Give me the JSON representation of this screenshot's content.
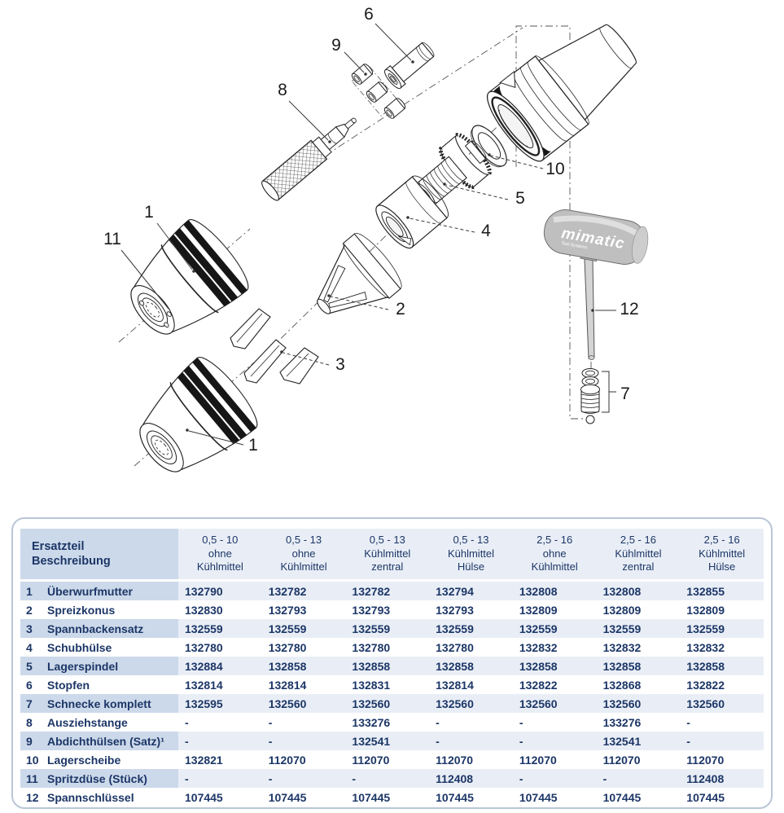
{
  "diagram": {
    "brand": "mimatic",
    "brand_subtitle": "Tool Systems",
    "callouts": [
      {
        "label": "6"
      },
      {
        "label": "9"
      },
      {
        "label": "8"
      },
      {
        "label": "10"
      },
      {
        "label": "5"
      },
      {
        "label": "4"
      },
      {
        "label": "1"
      },
      {
        "label": "11"
      },
      {
        "label": "2"
      },
      {
        "label": "3"
      },
      {
        "label": "12"
      },
      {
        "label": "7"
      },
      {
        "label": "1"
      }
    ]
  },
  "table": {
    "corner_header": [
      "Ersatzteil",
      "Beschreibung"
    ],
    "columns": [
      {
        "lines": [
          "0,5 - 10",
          "ohne",
          "Kühlmittel"
        ]
      },
      {
        "lines": [
          "0,5 - 13",
          "ohne",
          "Kühlmittel"
        ]
      },
      {
        "lines": [
          "0,5 - 13",
          "Kühlmittel",
          "zentral"
        ]
      },
      {
        "lines": [
          "0,5 - 13",
          "Kühlmittel",
          "Hülse"
        ]
      },
      {
        "lines": [
          "2,5 - 16",
          "ohne",
          "Kühlmittel"
        ]
      },
      {
        "lines": [
          "2,5 - 16",
          "Kühlmittel",
          "zentral"
        ]
      },
      {
        "lines": [
          "2,5 - 16",
          "Kühlmittel",
          "Hülse"
        ]
      }
    ],
    "rows": [
      {
        "num": "1",
        "name": "Überwurfmutter",
        "values": [
          "132790",
          "132782",
          "132782",
          "132794",
          "132808",
          "132808",
          "132855"
        ]
      },
      {
        "num": "2",
        "name": "Spreizkonus",
        "values": [
          "132830",
          "132793",
          "132793",
          "132793",
          "132809",
          "132809",
          "132809"
        ]
      },
      {
        "num": "3",
        "name": "Spannbackensatz",
        "values": [
          "132559",
          "132559",
          "132559",
          "132559",
          "132559",
          "132559",
          "132559"
        ]
      },
      {
        "num": "4",
        "name": "Schubhülse",
        "values": [
          "132780",
          "132780",
          "132780",
          "132780",
          "132832",
          "132832",
          "132832"
        ]
      },
      {
        "num": "5",
        "name": "Lagerspindel",
        "values": [
          "132884",
          "132858",
          "132858",
          "132858",
          "132858",
          "132858",
          "132858"
        ]
      },
      {
        "num": "6",
        "name": "Stopfen",
        "values": [
          "132814",
          "132814",
          "132831",
          "132814",
          "132822",
          "132868",
          "132822"
        ]
      },
      {
        "num": "7",
        "name": "Schnecke komplett",
        "values": [
          "132595",
          "132560",
          "132560",
          "132560",
          "132560",
          "132560",
          "132560"
        ]
      },
      {
        "num": "8",
        "name": "Ausziehstange",
        "values": [
          "-",
          "-",
          "133276",
          "-",
          "-",
          "133276",
          "-"
        ]
      },
      {
        "num": "9",
        "name": "Abdichthülsen (Satz)¹",
        "values": [
          "-",
          "-",
          "132541",
          "-",
          "-",
          "132541",
          "-"
        ]
      },
      {
        "num": "10",
        "name": "Lagerscheibe",
        "values": [
          "132821",
          "112070",
          "112070",
          "112070",
          "112070",
          "112070",
          "112070"
        ]
      },
      {
        "num": "11",
        "name": "Spritzdüse (Stück)",
        "values": [
          "-",
          "-",
          "-",
          "112408",
          "-",
          "-",
          "112408"
        ]
      },
      {
        "num": "12",
        "name": "Spannschlüssel",
        "values": [
          "107445",
          "107445",
          "107445",
          "107445",
          "107445",
          "107445",
          "107445"
        ]
      }
    ]
  },
  "colors": {
    "text_navy": "#1c3667",
    "header_name_bg": "#ccd9ea",
    "header_col_bg": "#e9eef6",
    "row_odd_name_bg": "#ccd9ea",
    "row_odd_val_bg": "#e9eef6",
    "table_border": "#b9c5d7",
    "handle_gray": "#bfbfbf",
    "line_art": "#222222"
  }
}
